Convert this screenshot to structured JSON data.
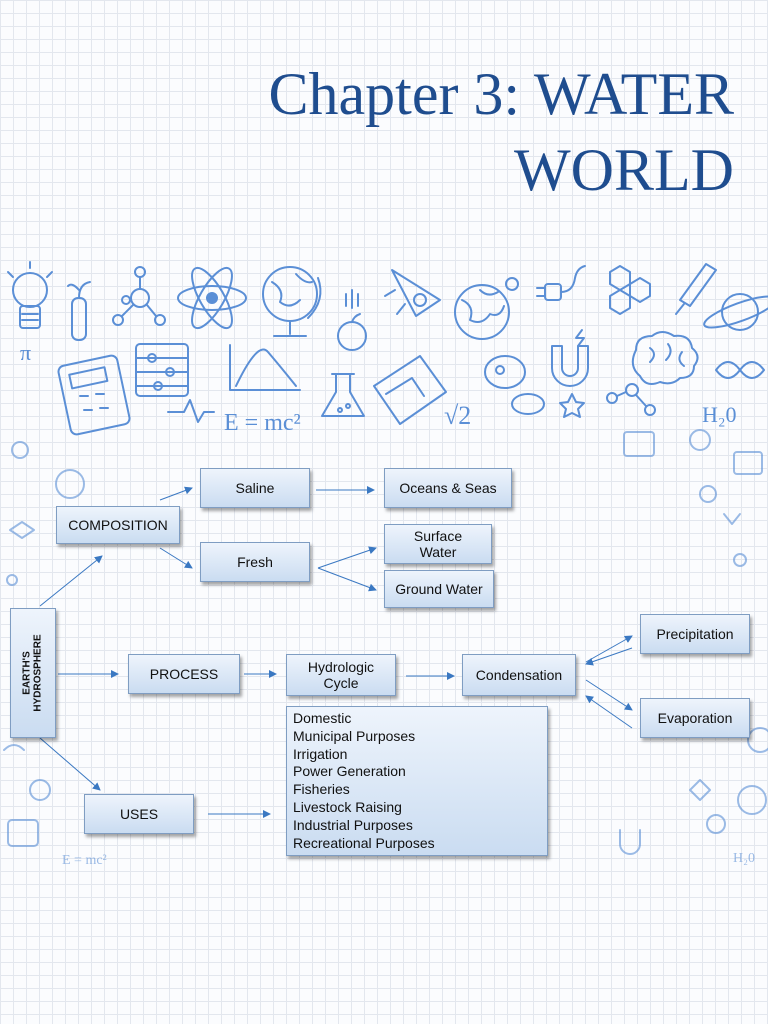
{
  "title": {
    "line1": "Chapter 3: WATER",
    "line2": "WORLD"
  },
  "diagram": {
    "root": "EARTH'S HYDROSPHERE",
    "composition": "COMPOSITION",
    "saline": "Saline",
    "oceans": "Oceans & Seas",
    "fresh": "Fresh",
    "surface": "Surface Water",
    "ground": "Ground Water",
    "process": "PROCESS",
    "hydrologic": "Hydrologic Cycle",
    "condensation": "Condensation",
    "precipitation": "Precipitation",
    "evaporation": "Evaporation",
    "uses": "USES",
    "uses_list": [
      "Domestic",
      "Municipal Purposes",
      "Irrigation",
      "Power Generation",
      "Fisheries",
      "Livestock Raising",
      "Industrial Purposes",
      "Recreational Purposes"
    ]
  },
  "doodles": {
    "formula": "E = mc²",
    "sqrt": "√2",
    "water": "H₂0",
    "pi": "π"
  },
  "colors": {
    "title": "#1f4d8f",
    "doodle": "#5b8fd6",
    "arrow": "#3a78c2"
  }
}
